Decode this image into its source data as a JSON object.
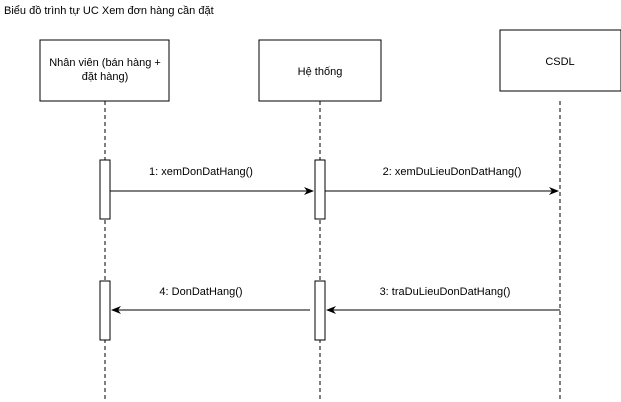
{
  "diagram": {
    "title": "Biểu đồ trình tự UC Xem đơn hàng cần đặt",
    "participants": [
      {
        "id": "staff",
        "line1": "Nhân viên (bán hàng +",
        "line2": "đặt hàng)"
      },
      {
        "id": "system",
        "line1": "Hệ thống",
        "line2": ""
      },
      {
        "id": "db",
        "line1": "CSDL",
        "line2": ""
      }
    ],
    "messages": [
      {
        "number": 1,
        "label": "1: xemDonDatHang()",
        "from": "staff",
        "to": "system"
      },
      {
        "number": 2,
        "label": "2: xemDuLieuDonDatHang()",
        "from": "system",
        "to": "db"
      },
      {
        "number": 3,
        "label": "3: traDuLieuDonDatHang()",
        "from": "db",
        "to": "system"
      },
      {
        "number": 4,
        "label": "4: DonDatHang()",
        "from": "system",
        "to": "staff"
      }
    ],
    "colors": {
      "stroke": "#000000",
      "fill": "#ffffff",
      "text": "#000000"
    }
  }
}
